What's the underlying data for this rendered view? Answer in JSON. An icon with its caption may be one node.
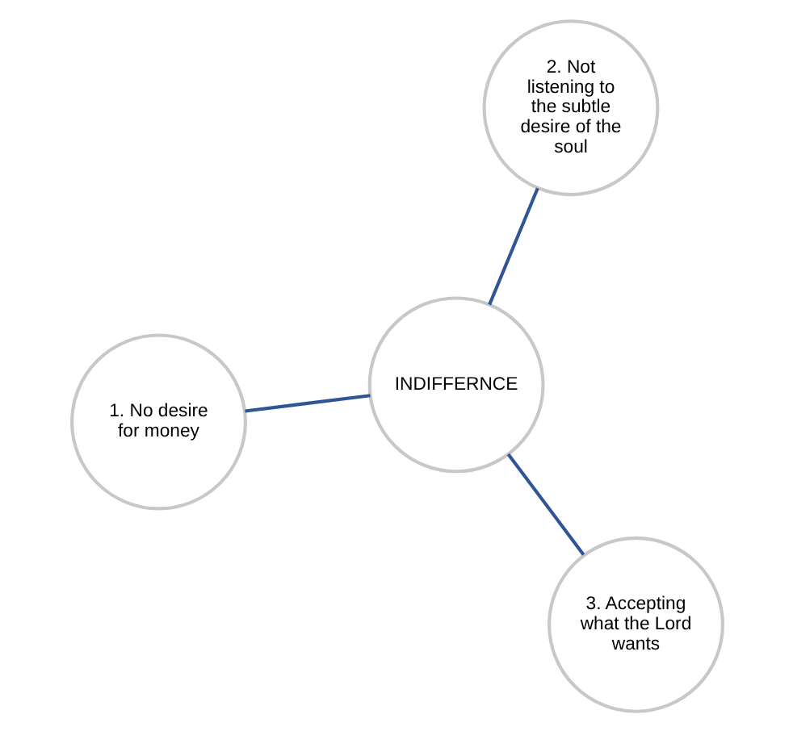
{
  "diagram": {
    "nodes": [
      {
        "text": [
          "1. No desire for money"
        ]
      },
      {
        "text": [
          "INDIFFERNCE"
        ]
      },
      {
        "text": [
          "3. Accepting what the Lord wants"
        ]
      },
      {
        "text": [
          "2. Not listening to the subtle desire of the soul"
        ]
      }
    ],
    "edges": [
      {
        "from": 1,
        "to": 0,
        "arrow": "none"
      },
      {
        "from": 1,
        "to": 2,
        "arrow": "none"
      },
      {
        "from": 1,
        "to": 3,
        "arrow": "none"
      }
    ]
  }
}
